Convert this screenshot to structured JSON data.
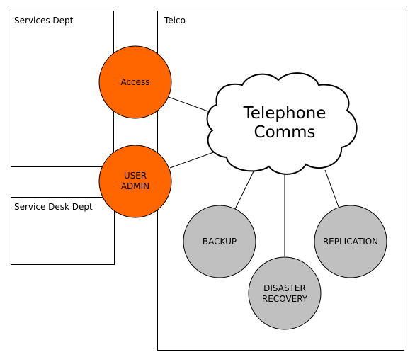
{
  "colors": {
    "orange": "#ff6600",
    "gray": "#c0c0c0",
    "stroke": "#000000",
    "background": "#ffffff"
  },
  "groups": {
    "services_dept": "Services Dept",
    "service_desk_dept": "Service Desk Dept",
    "telco": "Telco"
  },
  "cloud": {
    "line1": "Telephone",
    "line2": "Comms"
  },
  "nodes": {
    "access": "Access",
    "user_admin": {
      "line1": "USER",
      "line2": "ADMIN"
    },
    "backup": "BACKUP",
    "disaster_recovery": {
      "line1": "DISASTER",
      "line2": "RECOVERY"
    },
    "replication": "REPLICATION"
  }
}
